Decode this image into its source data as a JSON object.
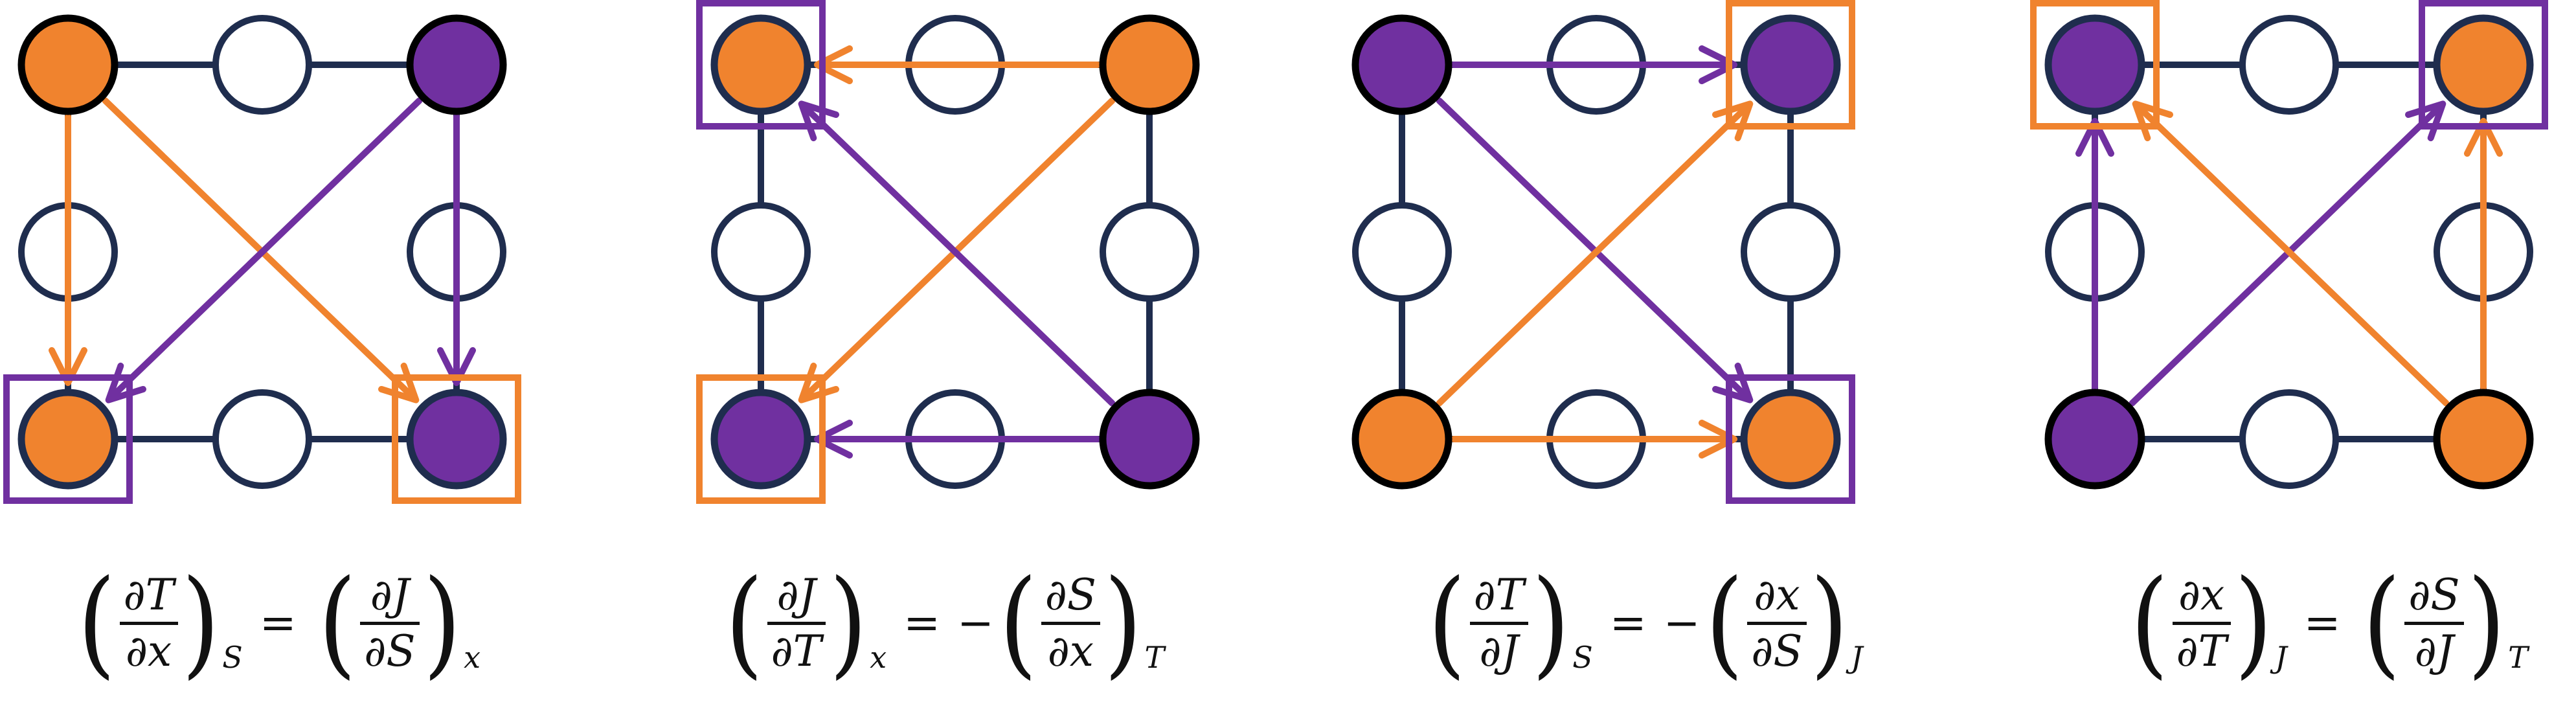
{
  "colors": {
    "orange": "#F0832E",
    "purple": "#7030A0",
    "navy": "#1F2D4E",
    "white": "#FFFFFF",
    "black": "#000000"
  },
  "panels": [
    {
      "nodes": [
        {
          "id": "TL",
          "fill": "orange",
          "border": "black"
        },
        {
          "id": "TR",
          "fill": "purple",
          "border": "black"
        },
        {
          "id": "BL",
          "fill": "orange",
          "border": "navy",
          "box": "purple"
        },
        {
          "id": "BR",
          "fill": "purple",
          "border": "navy",
          "box": "orange"
        }
      ],
      "arrows": [
        {
          "from": "TL",
          "to": "BL",
          "color": "orange"
        },
        {
          "from": "TL",
          "to": "BR",
          "color": "orange"
        },
        {
          "from": "TR",
          "to": "BR",
          "color": "purple"
        },
        {
          "from": "TR",
          "to": "BL",
          "color": "purple"
        }
      ],
      "edges": [
        "top",
        "left",
        "right",
        "bottom"
      ],
      "equation": {
        "lhs": {
          "num": "∂T",
          "den": "∂x",
          "sub": "S"
        },
        "op": "=",
        "minus": "",
        "rhs": {
          "num": "∂J",
          "den": "∂S",
          "sub": "x"
        }
      }
    },
    {
      "nodes": [
        {
          "id": "TL",
          "fill": "orange",
          "border": "navy",
          "box": "purple"
        },
        {
          "id": "TR",
          "fill": "orange",
          "border": "black"
        },
        {
          "id": "BL",
          "fill": "purple",
          "border": "navy",
          "box": "orange"
        },
        {
          "id": "BR",
          "fill": "purple",
          "border": "black"
        }
      ],
      "arrows": [
        {
          "from": "TR",
          "to": "TL",
          "color": "orange"
        },
        {
          "from": "TR",
          "to": "BL",
          "color": "orange"
        },
        {
          "from": "BR",
          "to": "BL",
          "color": "purple"
        },
        {
          "from": "BR",
          "to": "TL",
          "color": "purple"
        }
      ],
      "edges": [
        "top",
        "left",
        "right",
        "bottom"
      ],
      "equation": {
        "lhs": {
          "num": "∂J",
          "den": "∂T",
          "sub": "x"
        },
        "op": "=",
        "minus": "−",
        "rhs": {
          "num": "∂S",
          "den": "∂x",
          "sub": "T"
        }
      }
    },
    {
      "nodes": [
        {
          "id": "TL",
          "fill": "purple",
          "border": "black"
        },
        {
          "id": "TR",
          "fill": "purple",
          "border": "navy",
          "box": "orange"
        },
        {
          "id": "BL",
          "fill": "orange",
          "border": "black"
        },
        {
          "id": "BR",
          "fill": "orange",
          "border": "navy",
          "box": "purple"
        }
      ],
      "arrows": [
        {
          "from": "TL",
          "to": "TR",
          "color": "purple"
        },
        {
          "from": "TL",
          "to": "BR",
          "color": "purple"
        },
        {
          "from": "BL",
          "to": "BR",
          "color": "orange"
        },
        {
          "from": "BL",
          "to": "TR",
          "color": "orange"
        }
      ],
      "edges": [
        "top",
        "left",
        "right",
        "bottom"
      ],
      "equation": {
        "lhs": {
          "num": "∂T",
          "den": "∂J",
          "sub": "S"
        },
        "op": "=",
        "minus": "−",
        "rhs": {
          "num": "∂x",
          "den": "∂S",
          "sub": "J"
        }
      }
    },
    {
      "nodes": [
        {
          "id": "TL",
          "fill": "purple",
          "border": "navy",
          "box": "orange"
        },
        {
          "id": "TR",
          "fill": "orange",
          "border": "navy",
          "box": "purple"
        },
        {
          "id": "BL",
          "fill": "purple",
          "border": "black"
        },
        {
          "id": "BR",
          "fill": "orange",
          "border": "black"
        }
      ],
      "arrows": [
        {
          "from": "BL",
          "to": "TL",
          "color": "purple"
        },
        {
          "from": "BL",
          "to": "TR",
          "color": "purple"
        },
        {
          "from": "BR",
          "to": "TR",
          "color": "orange"
        },
        {
          "from": "BR",
          "to": "TL",
          "color": "orange"
        }
      ],
      "edges": [
        "top",
        "left",
        "right",
        "bottom"
      ],
      "equation": {
        "lhs": {
          "num": "∂x",
          "den": "∂T",
          "sub": "J"
        },
        "op": "=",
        "minus": "",
        "rhs": {
          "num": "∂S",
          "den": "∂J",
          "sub": "T"
        }
      }
    }
  ]
}
